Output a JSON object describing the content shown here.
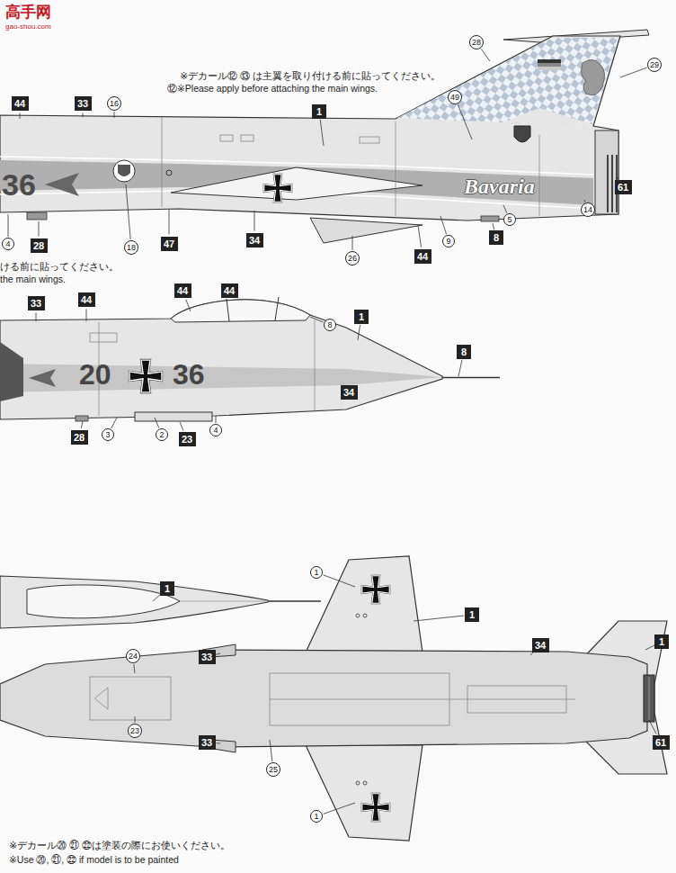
{
  "diagram": {
    "nodes": [
      {
        "text": [
          "28"
        ]
      },
      {
        "text": [
          "29"
        ]
      },
      {
        "text": [
          "44"
        ]
      },
      {
        "text": [
          "33"
        ]
      },
      {
        "text": [
          "16"
        ]
      },
      {
        "text": [
          "49"
        ]
      },
      {
        "text": [
          "1"
        ]
      },
      {
        "text": [
          "61"
        ]
      },
      {
        "text": [
          "14"
        ]
      },
      {
        "text": [
          "5"
        ]
      },
      {
        "text": [
          "8"
        ]
      },
      {
        "text": [
          "9"
        ]
      },
      {
        "text": [
          "34"
        ]
      },
      {
        "text": [
          "47"
        ]
      },
      {
        "text": [
          "18"
        ]
      },
      {
        "text": [
          "28"
        ]
      },
      {
        "text": [
          "4"
        ]
      },
      {
        "text": [
          "26"
        ]
      },
      {
        "text": [
          "44"
        ]
      },
      {
        "text": [
          "44"
        ]
      },
      {
        "text": [
          "44"
        ]
      },
      {
        "text": [
          "44"
        ]
      },
      {
        "text": [
          "33"
        ]
      },
      {
        "text": [
          "1"
        ]
      },
      {
        "text": [
          "8"
        ]
      },
      {
        "text": [
          "8"
        ]
      },
      {
        "text": [
          "34"
        ]
      },
      {
        "text": [
          "4"
        ]
      },
      {
        "text": [
          "2"
        ]
      },
      {
        "text": [
          "3"
        ]
      },
      {
        "text": [
          "28"
        ]
      },
      {
        "text": [
          "23"
        ]
      },
      {
        "text": [
          "1"
        ]
      },
      {
        "text": [
          "1"
        ]
      },
      {
        "text": [
          "1"
        ]
      },
      {
        "text": [
          "1"
        ]
      },
      {
        "text": [
          "34"
        ]
      },
      {
        "text": [
          "24"
        ]
      },
      {
        "text": [
          "33"
        ]
      },
      {
        "text": [
          "23"
        ]
      },
      {
        "text": [
          "33"
        ]
      },
      {
        "text": [
          "61"
        ]
      },
      {
        "text": [
          "25"
        ]
      },
      {
        "text": [
          "1"
        ]
      }
    ],
    "labels": [
      "高手网",
      "gao-shou.com",
      "※デカール⑫ ⑬ は主翼を取り付ける前に貼ってください。",
      "⑫※Please apply before attaching the main wings.",
      "ける前に貼ってください。",
      "the main wings.",
      "36",
      "Bavaria",
      "20",
      "36",
      "※デカール⑳ ㉑ ㉒は塗装の際にお使いください。",
      "※Use ⑳, ㉑, ㉒ if model is to be painted"
    ]
  }
}
